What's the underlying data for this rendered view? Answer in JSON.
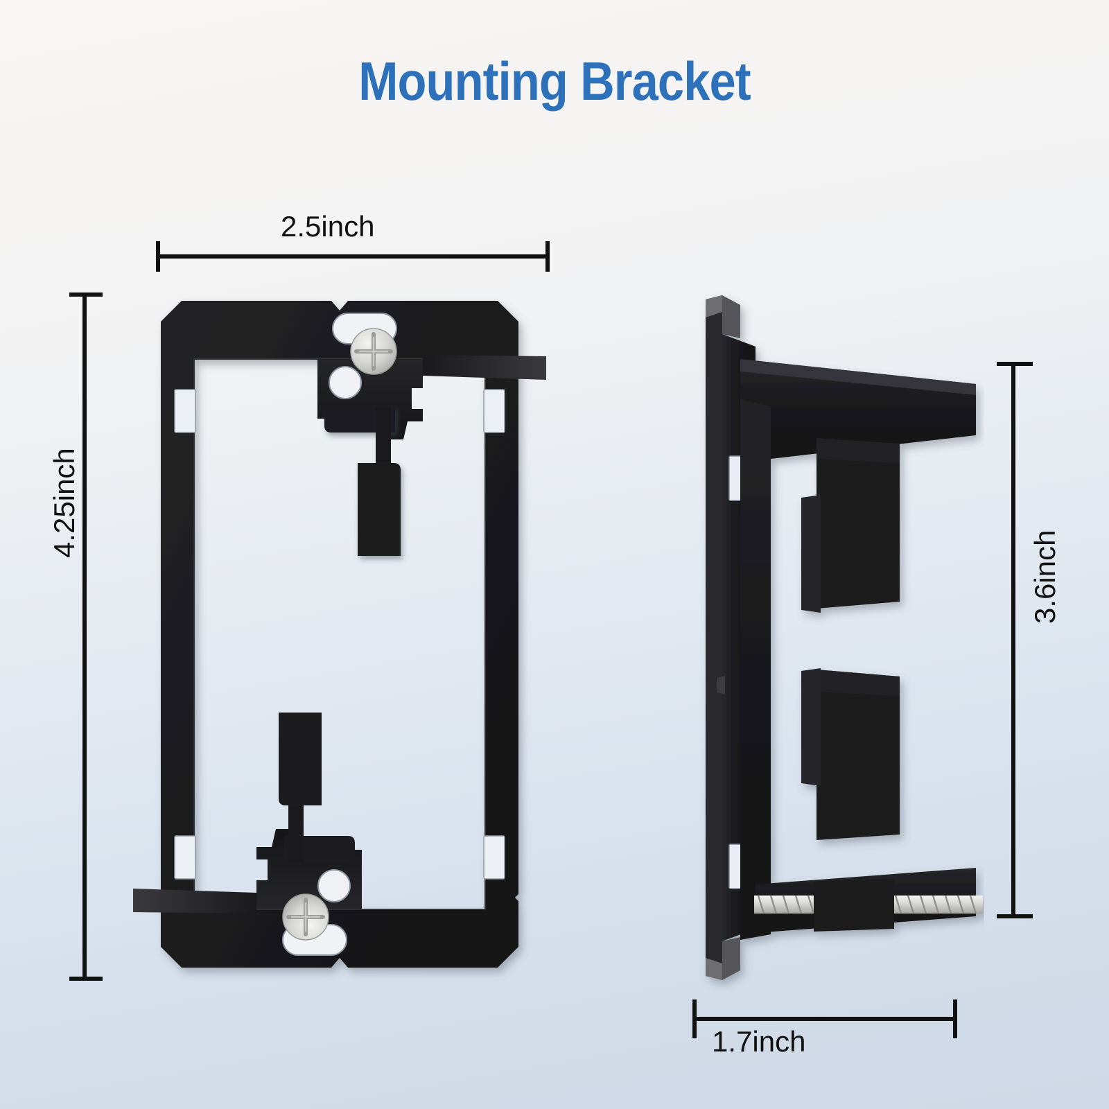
{
  "page": {
    "title": "Mounting Bracket",
    "title_color": "#2e71bb",
    "background_top_color": "#f8f5f3",
    "background_bottom_color": "#cfd9e7",
    "product_color": "#1c1c1e",
    "hardware_color": "#d8d8d8",
    "dimension_line_color": "#111111"
  },
  "dimensions": {
    "front_width": "2.5inch",
    "front_height": "4.25inch",
    "side_height": "3.6inch",
    "side_depth": "1.7inch"
  },
  "views": {
    "front": {
      "name": "front-view",
      "parts": [
        "frame-plate",
        "oval-slot",
        "phillips-screw",
        "round-hole",
        "tapered-wing",
        "paddle-flange",
        "edge-notch"
      ]
    },
    "side": {
      "name": "side-view",
      "parts": [
        "wall-plate",
        "top-arm",
        "upper-flange",
        "lower-flange",
        "threaded-screw-shaft"
      ]
    }
  },
  "icons": {
    "screw": "phillips-screw-icon"
  }
}
